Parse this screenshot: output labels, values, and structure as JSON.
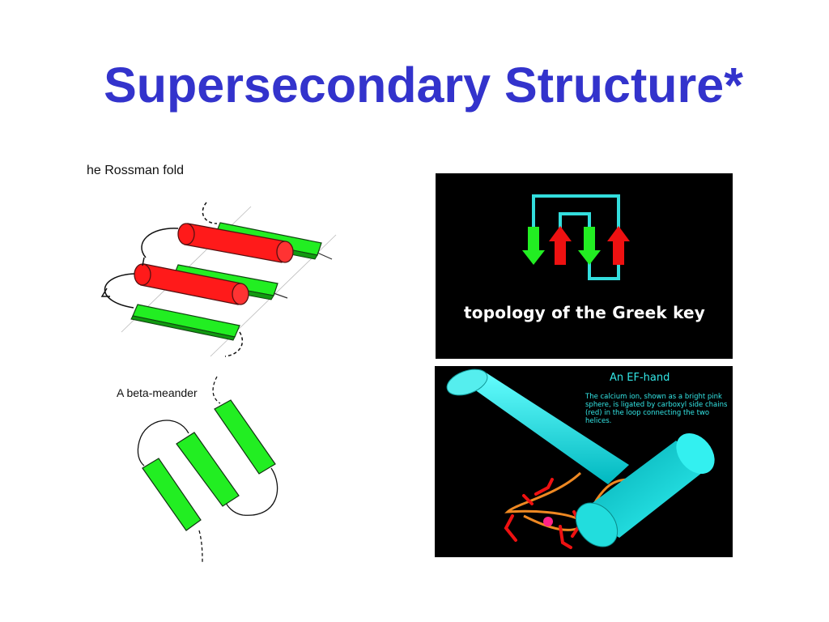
{
  "slide": {
    "title": "Supersecondary Structure*"
  },
  "rossman": {
    "label": "he Rossman fold",
    "colors": {
      "helix": "#ff1a1a",
      "strand": "#22ee22"
    }
  },
  "beta_meander": {
    "label": "A beta-meander",
    "colors": {
      "strand": "#22ee22"
    }
  },
  "greek_key": {
    "caption": "topology of the Greek key",
    "colors": {
      "down_arrow": "#22ee22",
      "up_arrow": "#ee1111",
      "connector": "#33dddd",
      "background": "#000000"
    }
  },
  "ef_hand": {
    "title": "An EF-hand",
    "description": "The calcium ion, shown as a bright pink sphere, is ligated by carboxyl side chains (red) in the loop connecting the two helices.",
    "colors": {
      "helix": "#22f0f0",
      "ion": "#ff2288",
      "side_chains": "#ee1111",
      "loop": "#ee8822"
    }
  }
}
